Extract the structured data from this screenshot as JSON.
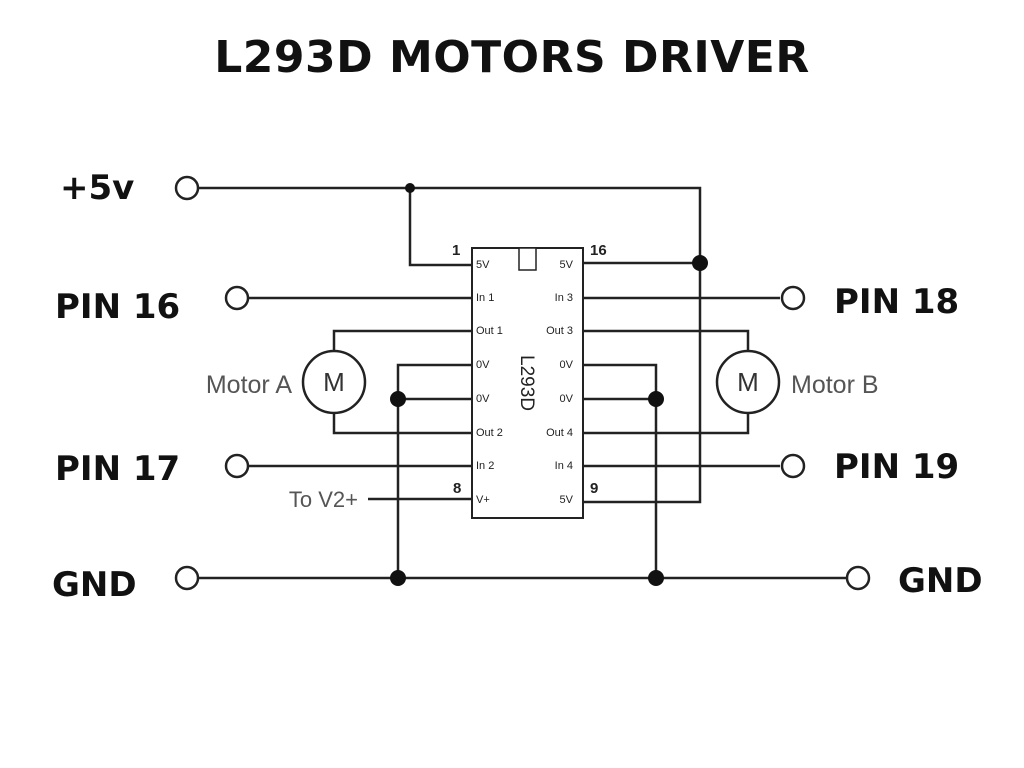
{
  "title": "L293D MOTORS DRIVER",
  "terminals": {
    "vcc": "+5v",
    "pin16": "PIN 16",
    "pin17": "PIN 17",
    "pin18": "PIN 18",
    "pin19": "PIN 19",
    "gnd_left": "GND",
    "gnd_right": "GND"
  },
  "chip": {
    "name": "L293D",
    "pin_numbers": {
      "p1": "1",
      "p16": "16",
      "p8": "8",
      "p9": "9"
    },
    "left_pins": [
      "5V",
      "In 1",
      "Out 1",
      "0V",
      "0V",
      "Out 2",
      "In 2",
      "V+"
    ],
    "right_pins": [
      "5V",
      "In 3",
      "Out 3",
      "0V",
      "0V",
      "Out 4",
      "In 4",
      "5V"
    ]
  },
  "motors": {
    "a": {
      "name": "Motor A",
      "symbol": "M"
    },
    "b": {
      "name": "Motor B",
      "symbol": "M"
    }
  },
  "to_v2": "To V2+"
}
